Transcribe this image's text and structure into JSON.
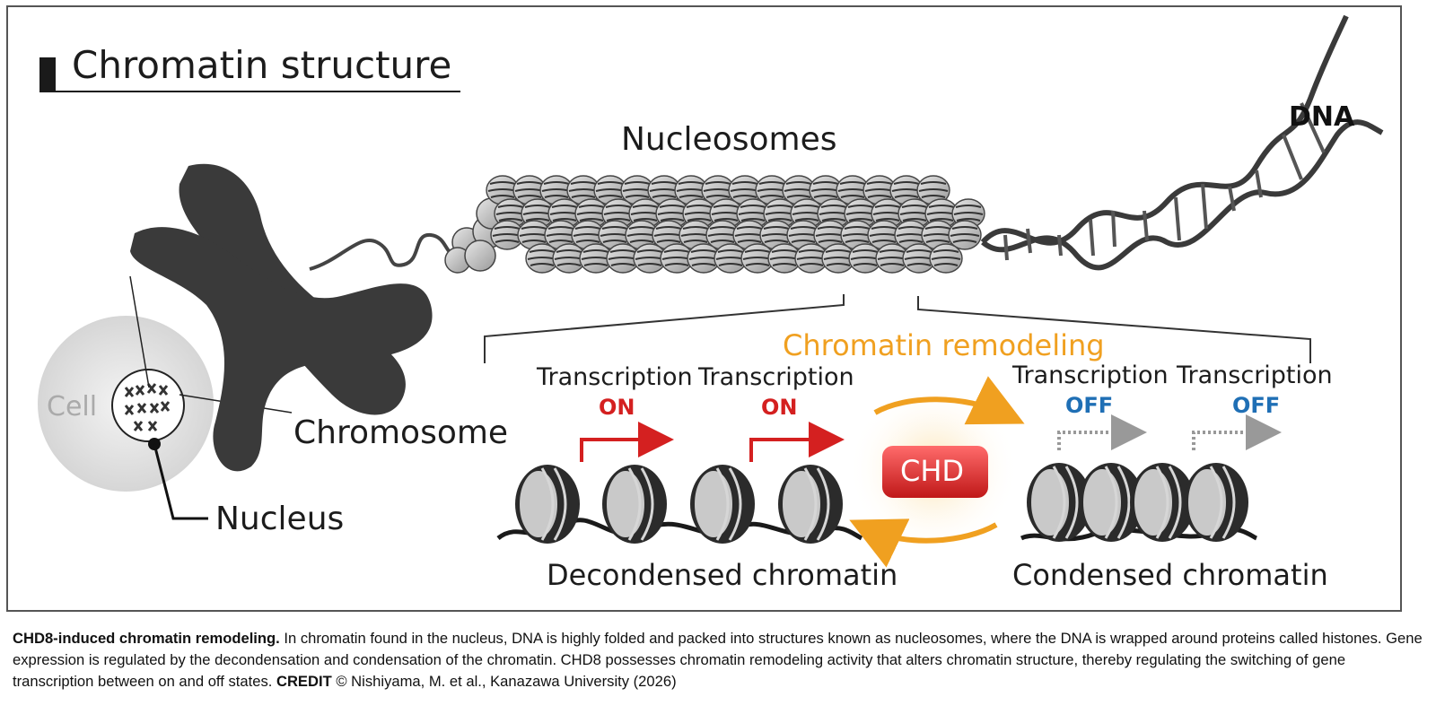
{
  "title": "Chromatin structure",
  "labels": {
    "nucleosomes": "Nucleosomes",
    "dna": "DNA",
    "cell": "Cell",
    "chromosome": "Chromosome",
    "nucleus": "Nucleus",
    "remodeling": "Chromatin remodeling",
    "transcription": "Transcription",
    "on": "ON",
    "off": "OFF",
    "chd": "CHD",
    "decondensed": "Decondensed chromatin",
    "condensed": "Condensed chromatin"
  },
  "colors": {
    "remodeling": "#f0a020",
    "on": "#d42020",
    "off": "#1f6fb5",
    "chd": "#d42a2a",
    "chromosome": "#3a3a3a"
  },
  "caption": {
    "lead": "CHD8-induced chromatin remodeling.",
    "body": " In chromatin found in the nucleus, DNA is highly folded and packed into structures known as nucleosomes, where the DNA is wrapped around proteins called histones. Gene expression is regulated by the decondensation and condensation of the chromatin. CHD8 possesses chromatin remodeling activity that alters chromatin structure, thereby regulating the switching of gene transcription between on and off states. ",
    "credit_label": "CREDIT",
    "credit_text": " © Nishiyama, M. et al., Kanazawa University (2026)"
  }
}
